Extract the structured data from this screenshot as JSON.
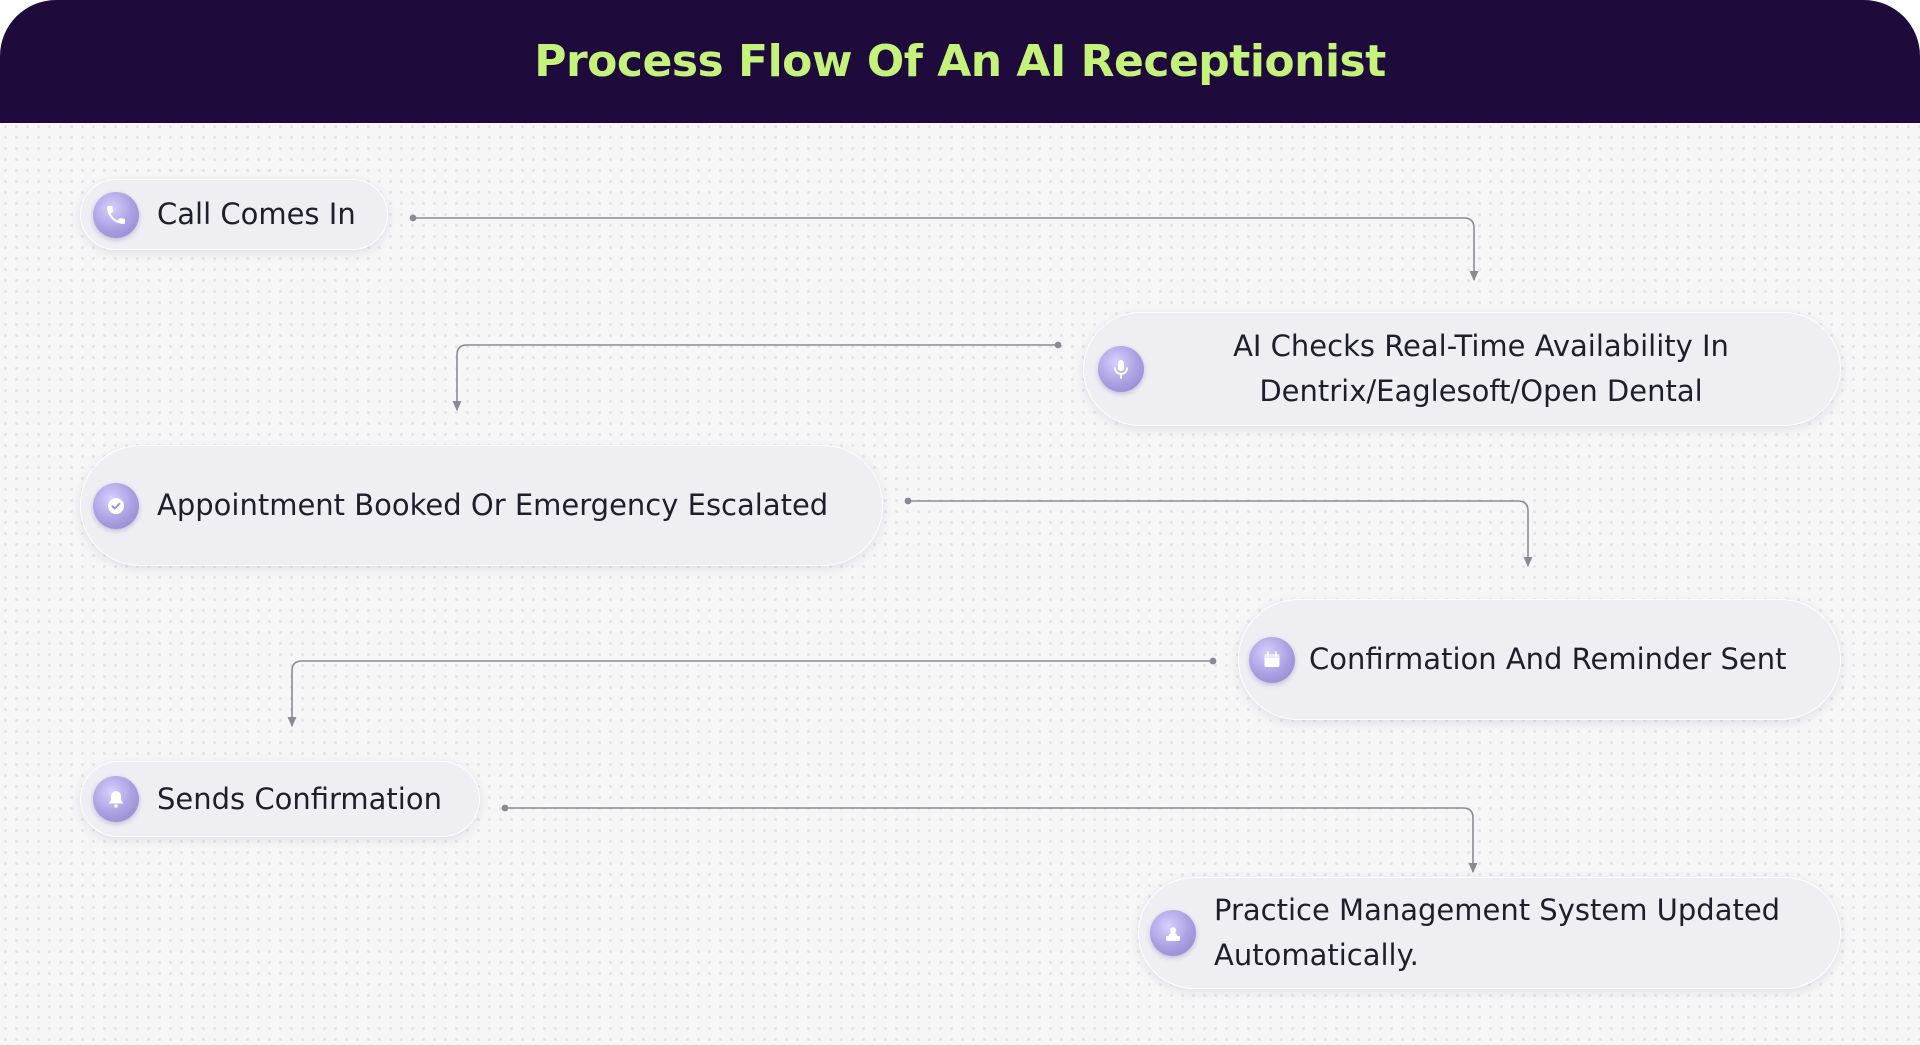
{
  "title": "Process Flow Of An AI Receptionist",
  "colors": {
    "header_background": "#1e0b3b",
    "title_text": "#c5f27a",
    "page_background": "#f6f6f7",
    "step_background": "#eeeef3",
    "icon_accent": "#a89ee0",
    "connector": "#8a8a94"
  },
  "steps": [
    {
      "label": "Call Comes In",
      "icon": "phone-icon"
    },
    {
      "label": "AI Checks Real-Time Availability In Dentrix/Eaglesoft/Open Dental",
      "icon": "microphone-icon"
    },
    {
      "label": "Appointment Booked Or Emergency Escalated",
      "icon": "check-circle-icon"
    },
    {
      "label": "Confirmation And Reminder Sent",
      "icon": "calendar-icon"
    },
    {
      "label": "Sends Confirmation",
      "icon": "bell-icon"
    },
    {
      "label": "Practice Management System Updated Automatically.",
      "icon": "database-icon"
    }
  ]
}
